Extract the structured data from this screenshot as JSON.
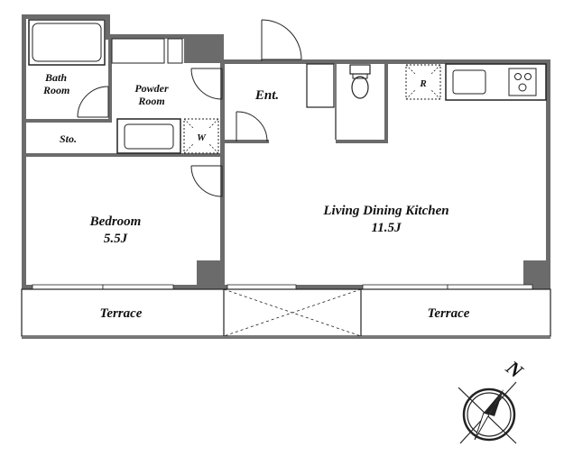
{
  "floorplan": {
    "rooms": {
      "bath": [
        "Bath",
        "Room"
      ],
      "powder": [
        "Powder",
        "Room"
      ],
      "storage": "Sto.",
      "washer": "W",
      "entrance": "Ent.",
      "fridge": "R",
      "bedroom": [
        "Bedroom",
        "5.5J"
      ],
      "ldk": [
        "Living Dining Kitchen",
        "11.5J"
      ],
      "terrace_left": "Terrace",
      "terrace_right": "Terrace"
    },
    "compass": "N",
    "colors": {
      "wall": "#6b6b6b",
      "line": "#222222",
      "background": "#ffffff"
    }
  }
}
